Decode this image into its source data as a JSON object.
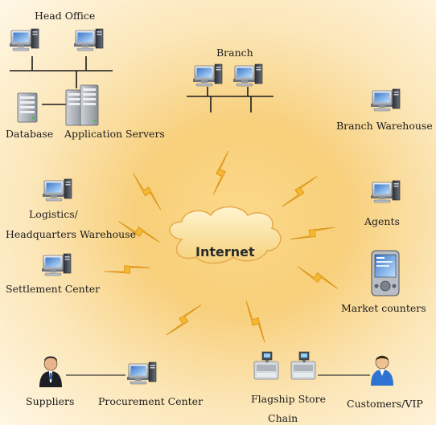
{
  "diagram": {
    "center": {
      "label": "Internet"
    },
    "nodes": {
      "head_office": "Head Office",
      "database": "Database",
      "application_servers": "Application Servers",
      "branch": "Branch",
      "branch_warehouse": "Branch Warehouse",
      "logistics_1": "Logistics/",
      "logistics_2": "Headquarters Warehouse",
      "agents": "Agents",
      "settlement_center": "Settlement Center",
      "market_counters": "Market counters",
      "suppliers": "Suppliers",
      "procurement_center": "Procurement Center",
      "flagship_1": "Flagship Store",
      "flagship_2": "Chain",
      "customers_vip": "Customers/VIP"
    },
    "colors": {
      "cloud_fill": "#fbe7b0",
      "cloud_stroke": "#e7a94a",
      "bolt_fill": "#f4b730",
      "bolt_stroke": "#d98f10"
    }
  }
}
